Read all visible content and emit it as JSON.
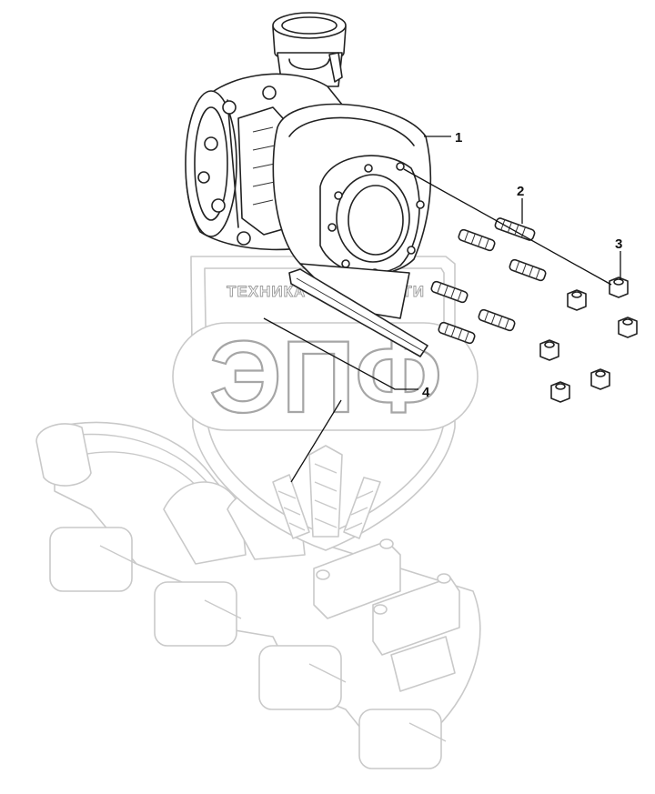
{
  "diagram": {
    "callouts": [
      {
        "id": "1",
        "label": "1"
      },
      {
        "id": "2",
        "label": "2"
      },
      {
        "id": "3",
        "label": "3"
      },
      {
        "id": "4",
        "label": "4"
      }
    ]
  },
  "watermark": {
    "brand_text": "ТЕХНИКА — ЗАПЧАСТИ",
    "letters": "ЭПФ"
  },
  "colors": {
    "line": "#222222",
    "ghost_line": "#c9c9c9",
    "watermark": "#a6a6a6",
    "background": "#ffffff"
  }
}
